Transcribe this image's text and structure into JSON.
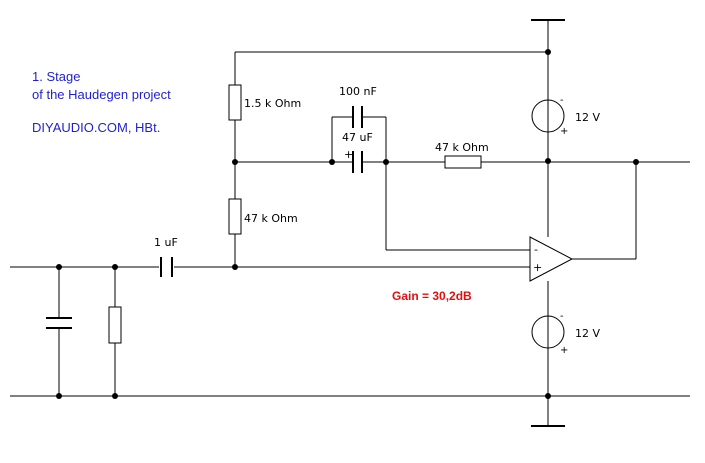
{
  "info": {
    "line1": "1. Stage",
    "line2": "of the Haudegen project",
    "line3": "DIYAUDIO.COM, HBt."
  },
  "components": {
    "r_top": "1.5 k Ohm",
    "r_mid": "47 k Ohm",
    "c_film": "100 nF",
    "c_elec": "47 uF",
    "c_elec_polarity": "+",
    "r_feedback": "47 k Ohm",
    "c_input": "1 uF",
    "supply_top": "12 V",
    "supply_bottom": "12 V",
    "minus_sign": "-",
    "plus_sign": "+"
  },
  "gain": "Gain = 30,2dB",
  "colors": {
    "info_text": "#1f1fd0",
    "gain_text": "#e01010",
    "wire": "#000000"
  }
}
